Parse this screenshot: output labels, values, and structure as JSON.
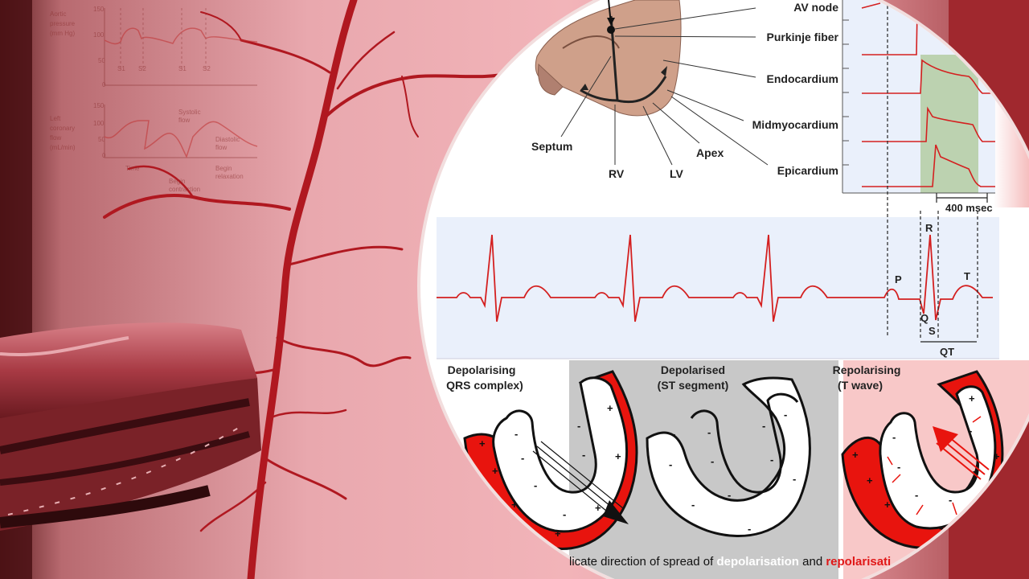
{
  "background_pressure_plot": {
    "aortic_pressure_label": [
      "Aortic",
      "pressure",
      "(mm Hg)"
    ],
    "aortic_ticks": [
      "150",
      "100",
      "50",
      "0"
    ],
    "sound_labels": [
      "S1",
      "S2",
      "S1",
      "S2"
    ],
    "coronary_flow_label": [
      "Left",
      "coronary",
      "flow",
      "(mL/min)"
    ],
    "coronary_ticks": [
      "150",
      "100",
      "50",
      "0"
    ],
    "systolic_flow": [
      "Systolic",
      "flow"
    ],
    "diastolic_flow": [
      "Diastolic",
      "flow"
    ],
    "time_label": "Time",
    "begin_contraction": [
      "Begin",
      "contraction"
    ],
    "begin_relaxation": [
      "Begin",
      "relaxation"
    ]
  },
  "conduction": {
    "av_node": "AV node",
    "purkinje": "Purkinje fiber",
    "endocardium": "Endocardium",
    "midmyocardium": "Midmyocardium",
    "epicardium": "Epicardium",
    "septum": "Septum",
    "rv": "RV",
    "lv": "LV",
    "apex": "Apex",
    "time_scale": "400 msec"
  },
  "ecg": {
    "p": "P",
    "r": "R",
    "q": "Q",
    "s": "S",
    "t": "T",
    "qt": "QT"
  },
  "ventricle_panels": [
    {
      "title1": "Depolarising",
      "title2": "QRS complex)"
    },
    {
      "title1": "Depolarised",
      "title2": "(ST segment)"
    },
    {
      "title1": "Repolarising",
      "title2": "(T wave)"
    }
  ],
  "caption": {
    "prefix": "licate direction of spread of ",
    "depolarisation": "depolarisation",
    "and": " and ",
    "repolarisation": "repolarisati"
  },
  "colors": {
    "tissue": "#c8707a",
    "vessel": "#b01820",
    "trace_red": "#d42020",
    "panel_blue": "#eaf0fb",
    "highlight_green": "#bcd2b0",
    "depol_red": "#e8140e"
  }
}
